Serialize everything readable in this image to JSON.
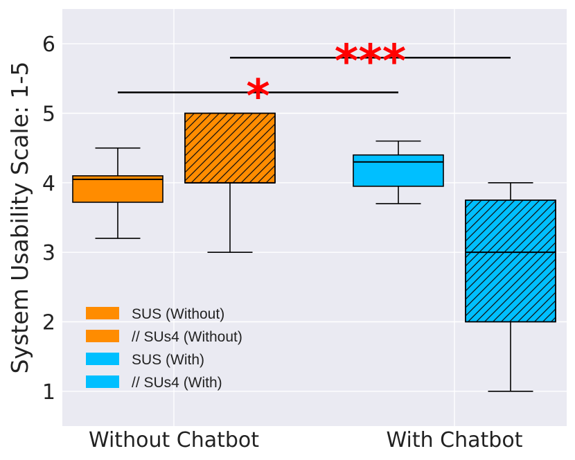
{
  "chart_data": {
    "type": "box",
    "ylabel": "System Usability Scale: 1-5",
    "ylim": [
      0.5,
      6.5
    ],
    "yticks": [
      1,
      2,
      3,
      4,
      5,
      6
    ],
    "categories": [
      "Without Chatbot",
      "With Chatbot"
    ],
    "grid": true,
    "legend_position": "lower-left",
    "series": [
      {
        "name": "SUS (Without)",
        "group": 0,
        "hatched": false,
        "color": "#FF8C00",
        "whisker_low": 3.2,
        "q1": 3.72,
        "median": 4.05,
        "q3": 4.1,
        "whisker_high": 4.5
      },
      {
        "name": "// SUs4 (Without)",
        "group": 0,
        "hatched": true,
        "color": "#FF8C00",
        "whisker_low": 3.0,
        "q1": 4.0,
        "median": 4.0,
        "q3": 5.0,
        "whisker_high": 5.0
      },
      {
        "name": "SUS (With)",
        "group": 1,
        "hatched": false,
        "color": "#00BFFF",
        "whisker_low": 3.7,
        "q1": 3.95,
        "median": 4.3,
        "q3": 4.4,
        "whisker_high": 4.6
      },
      {
        "name": "// SUs4 (With)",
        "group": 1,
        "hatched": true,
        "color": "#00BFFF",
        "whisker_low": 1.0,
        "q1": 2.0,
        "median": 3.0,
        "q3": 3.75,
        "whisker_high": 4.0
      }
    ],
    "annotations": [
      {
        "label": "*",
        "from_series": 0,
        "to_series": 2,
        "y": 5.3,
        "color": "#FF0000"
      },
      {
        "label": "***",
        "from_series": 1,
        "to_series": 3,
        "y": 5.8,
        "color": "#FF0000"
      }
    ]
  }
}
